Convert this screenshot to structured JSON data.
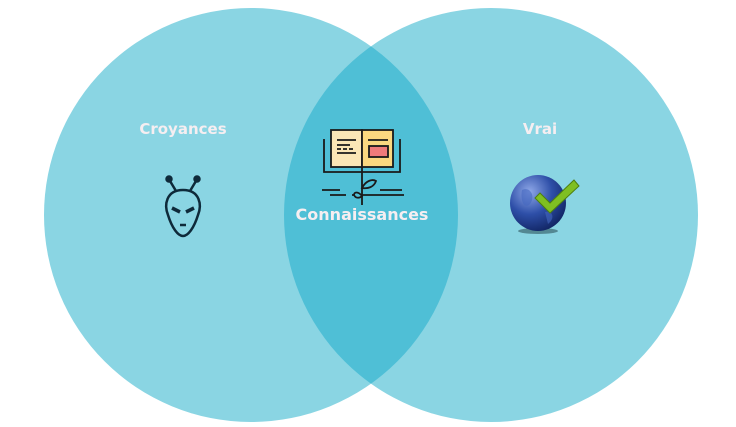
{
  "sets": {
    "left": {
      "label": "Croyances",
      "icon": "alien-icon"
    },
    "right": {
      "label": "Vrai",
      "icon": "globe-check-icon"
    },
    "intersection": {
      "label": "Connaissances",
      "icon": "book-plant-icon"
    }
  },
  "colors": {
    "circle": "#8ad5e3",
    "intersection": "#4fbfd6",
    "text": "#f6eef1"
  }
}
